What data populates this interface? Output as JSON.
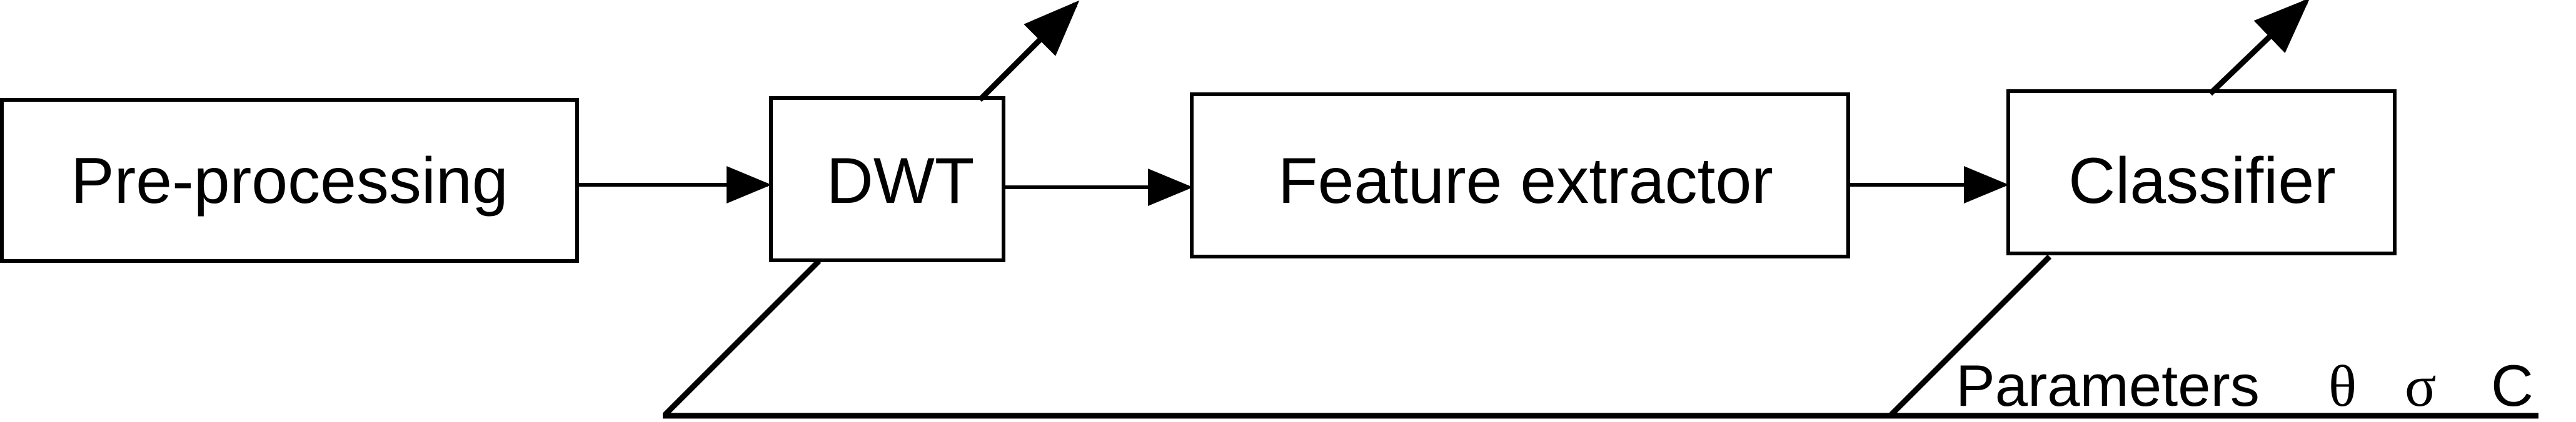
{
  "diagram": {
    "blocks": [
      {
        "id": "preprocessing",
        "label": "Pre-processing"
      },
      {
        "id": "dwt",
        "label": "DWT"
      },
      {
        "id": "feature_extractor",
        "label": "Feature extractor"
      },
      {
        "id": "classifier",
        "label": "Classifier"
      }
    ],
    "flow": [
      {
        "from": "preprocessing",
        "to": "dwt"
      },
      {
        "from": "dwt",
        "to": "feature_extractor"
      },
      {
        "from": "feature_extractor",
        "to": "classifier"
      }
    ],
    "parameters": {
      "label": "Parameters",
      "symbols": [
        "θ",
        "σ",
        "C"
      ],
      "tuned_blocks": [
        "dwt",
        "classifier"
      ]
    }
  }
}
